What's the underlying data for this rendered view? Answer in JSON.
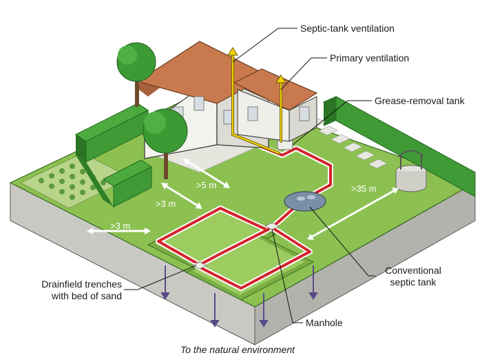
{
  "labels": {
    "septic_tank_ventilation": "Septic-tank ventilation",
    "primary_ventilation": "Primary ventilation",
    "grease_removal_tank": "Grease-removal tank",
    "conventional_septic_tank_line1": "Conventional",
    "conventional_septic_tank_line2": "septic tank",
    "drainfield_line1": "Drainfield trenches",
    "drainfield_line2": "with bed of sand",
    "manhole": "Manhole",
    "natural_environment": "To the natural environment"
  },
  "distances": {
    "house_to_drainfield": ">5 m",
    "tree_to_drainfield": ">3 m",
    "hedge_to_drainfield": ">3 m",
    "well_to_system": ">35 m"
  },
  "colors": {
    "lawn": "#8cc152",
    "lawn_dark": "#6ea83a",
    "hedge": "#3f9a36",
    "hedge_dark": "#2b7424",
    "soil_side": "#cfcfcb",
    "soil_front": "#b7b7b2",
    "roof": "#c87a4e",
    "wall": "#f7f7f2",
    "pipe": "#d2232a",
    "ventilation": "#f2d300",
    "arrow": "#5b4a8a"
  }
}
